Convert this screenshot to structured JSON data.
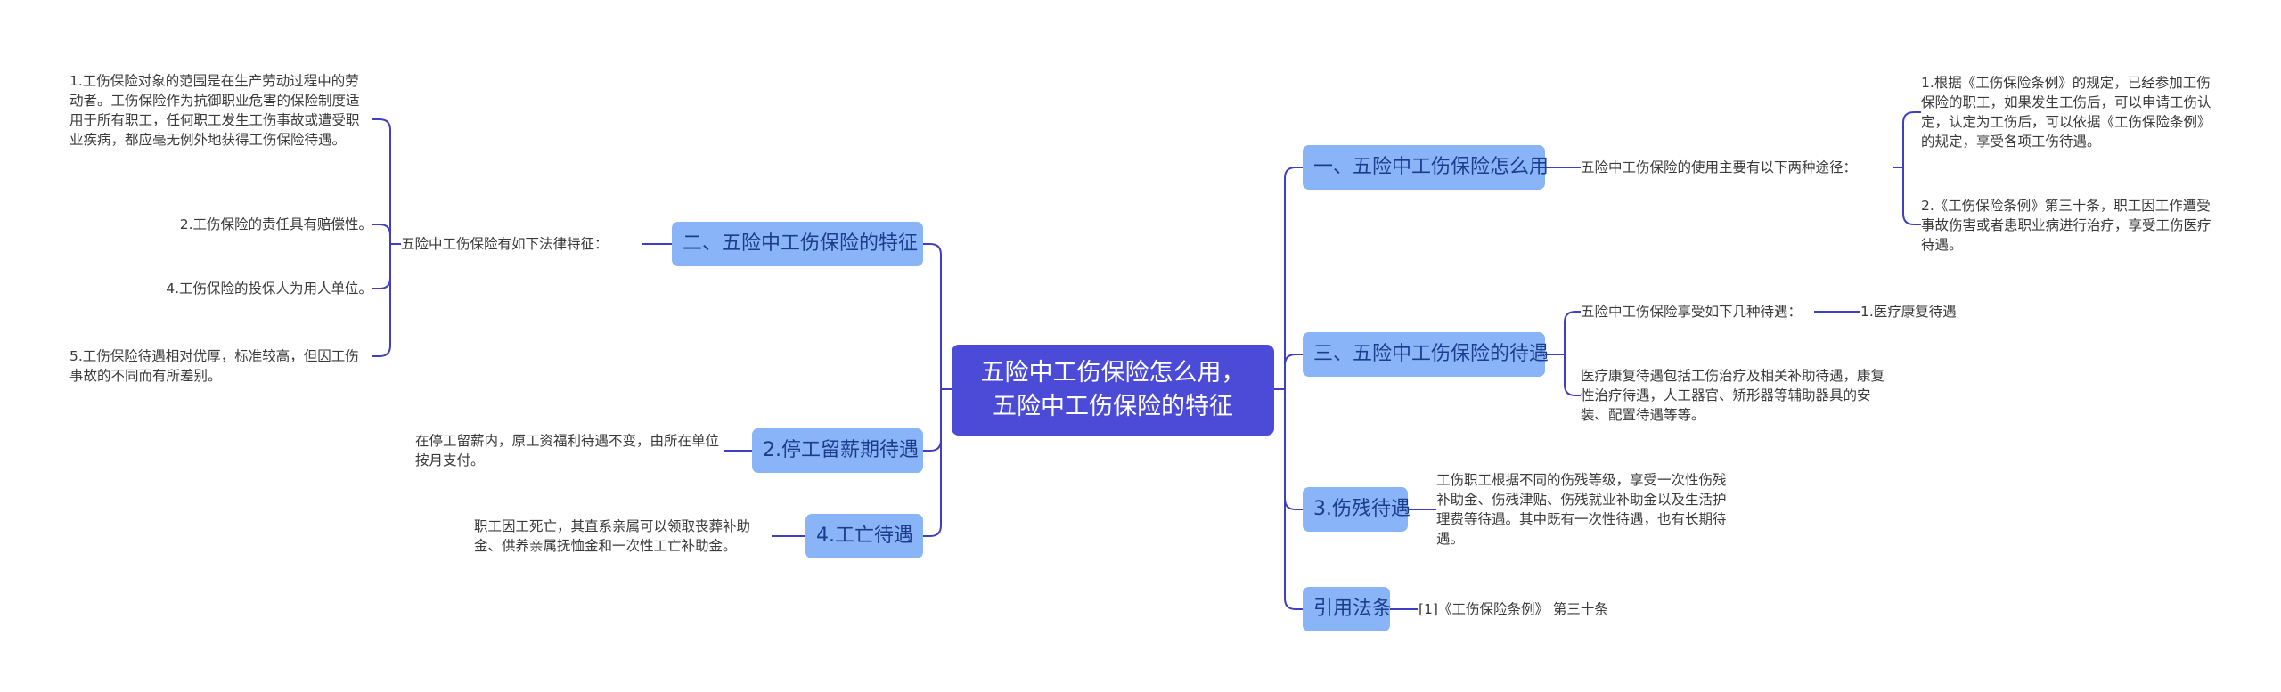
{
  "root": {
    "line1": "五险中工伤保险怎么用，",
    "line2": "五险中工伤保险的特征"
  },
  "left": {
    "features": {
      "label": "二、五险中工伤保险的特征",
      "summary": "五险中工伤保险有如下法律特征：",
      "items": [
        "1.工伤保险对象的范围是在生产劳动过程中的劳动者。工伤保险作为抗御职业危害的保险制度适用于所有职工，任何职工发生工伤事故或遭受职业疾病，都应毫无例外地获得工伤保险待遇。",
        "2.工伤保险的责任具有赔偿性。",
        "4.工伤保险的投保人为用人单位。",
        "5.工伤保险待遇相对优厚，标准较高，但因工伤事故的不同而有所差别。"
      ]
    },
    "suspension": {
      "label": "2.停工留薪期待遇",
      "text": "在停工留薪内，原工资福利待遇不变，由所在单位按月支付。"
    },
    "death": {
      "label": "4.工亡待遇",
      "text": "职工因工死亡，其直系亲属可以领取丧葬补助金、供养亲属抚恤金和一次性工亡补助金。"
    }
  },
  "right": {
    "usage": {
      "label": "一、五险中工伤保险怎么用",
      "summary": "五险中工伤保险的使用主要有以下两种途径：",
      "items": [
        "1.根据《工伤保险条例》的规定，已经参加工伤保险的职工，如果发生工伤后，可以申请工伤认定，认定为工伤后，可以依据《工伤保险条例》的规定，享受各项工伤待遇。",
        "2.《工伤保险条例》第三十条，职工因工作遭受事故伤害或者患职业病进行治疗，享受工伤医疗待遇。"
      ]
    },
    "benefits": {
      "label": "三、五险中工伤保险的待遇",
      "summary": "五险中工伤保险享受如下几种待遇：",
      "medical": "1.医疗康复待遇",
      "detail": "医疗康复待遇包括工伤治疗及相关补助待遇，康复性治疗待遇，人工器官、矫形器等辅助器具的安装、配置待遇等等。"
    },
    "disability": {
      "label": "3.伤残待遇",
      "text": "工伤职工根据不同的伤残等级，享受一次性伤残补助金、伤残津贴、伤残就业补助金以及生活护理费等待遇。其中既有一次性待遇，也有长期待遇。"
    },
    "law": {
      "label": "引用法条",
      "text": "[1]《工伤保险条例》 第三十条"
    }
  },
  "colors": {
    "root": "#4B4BD8",
    "branch": "#8AB4F8",
    "line": "#3F3FBF",
    "text": "#3a3a3a"
  }
}
